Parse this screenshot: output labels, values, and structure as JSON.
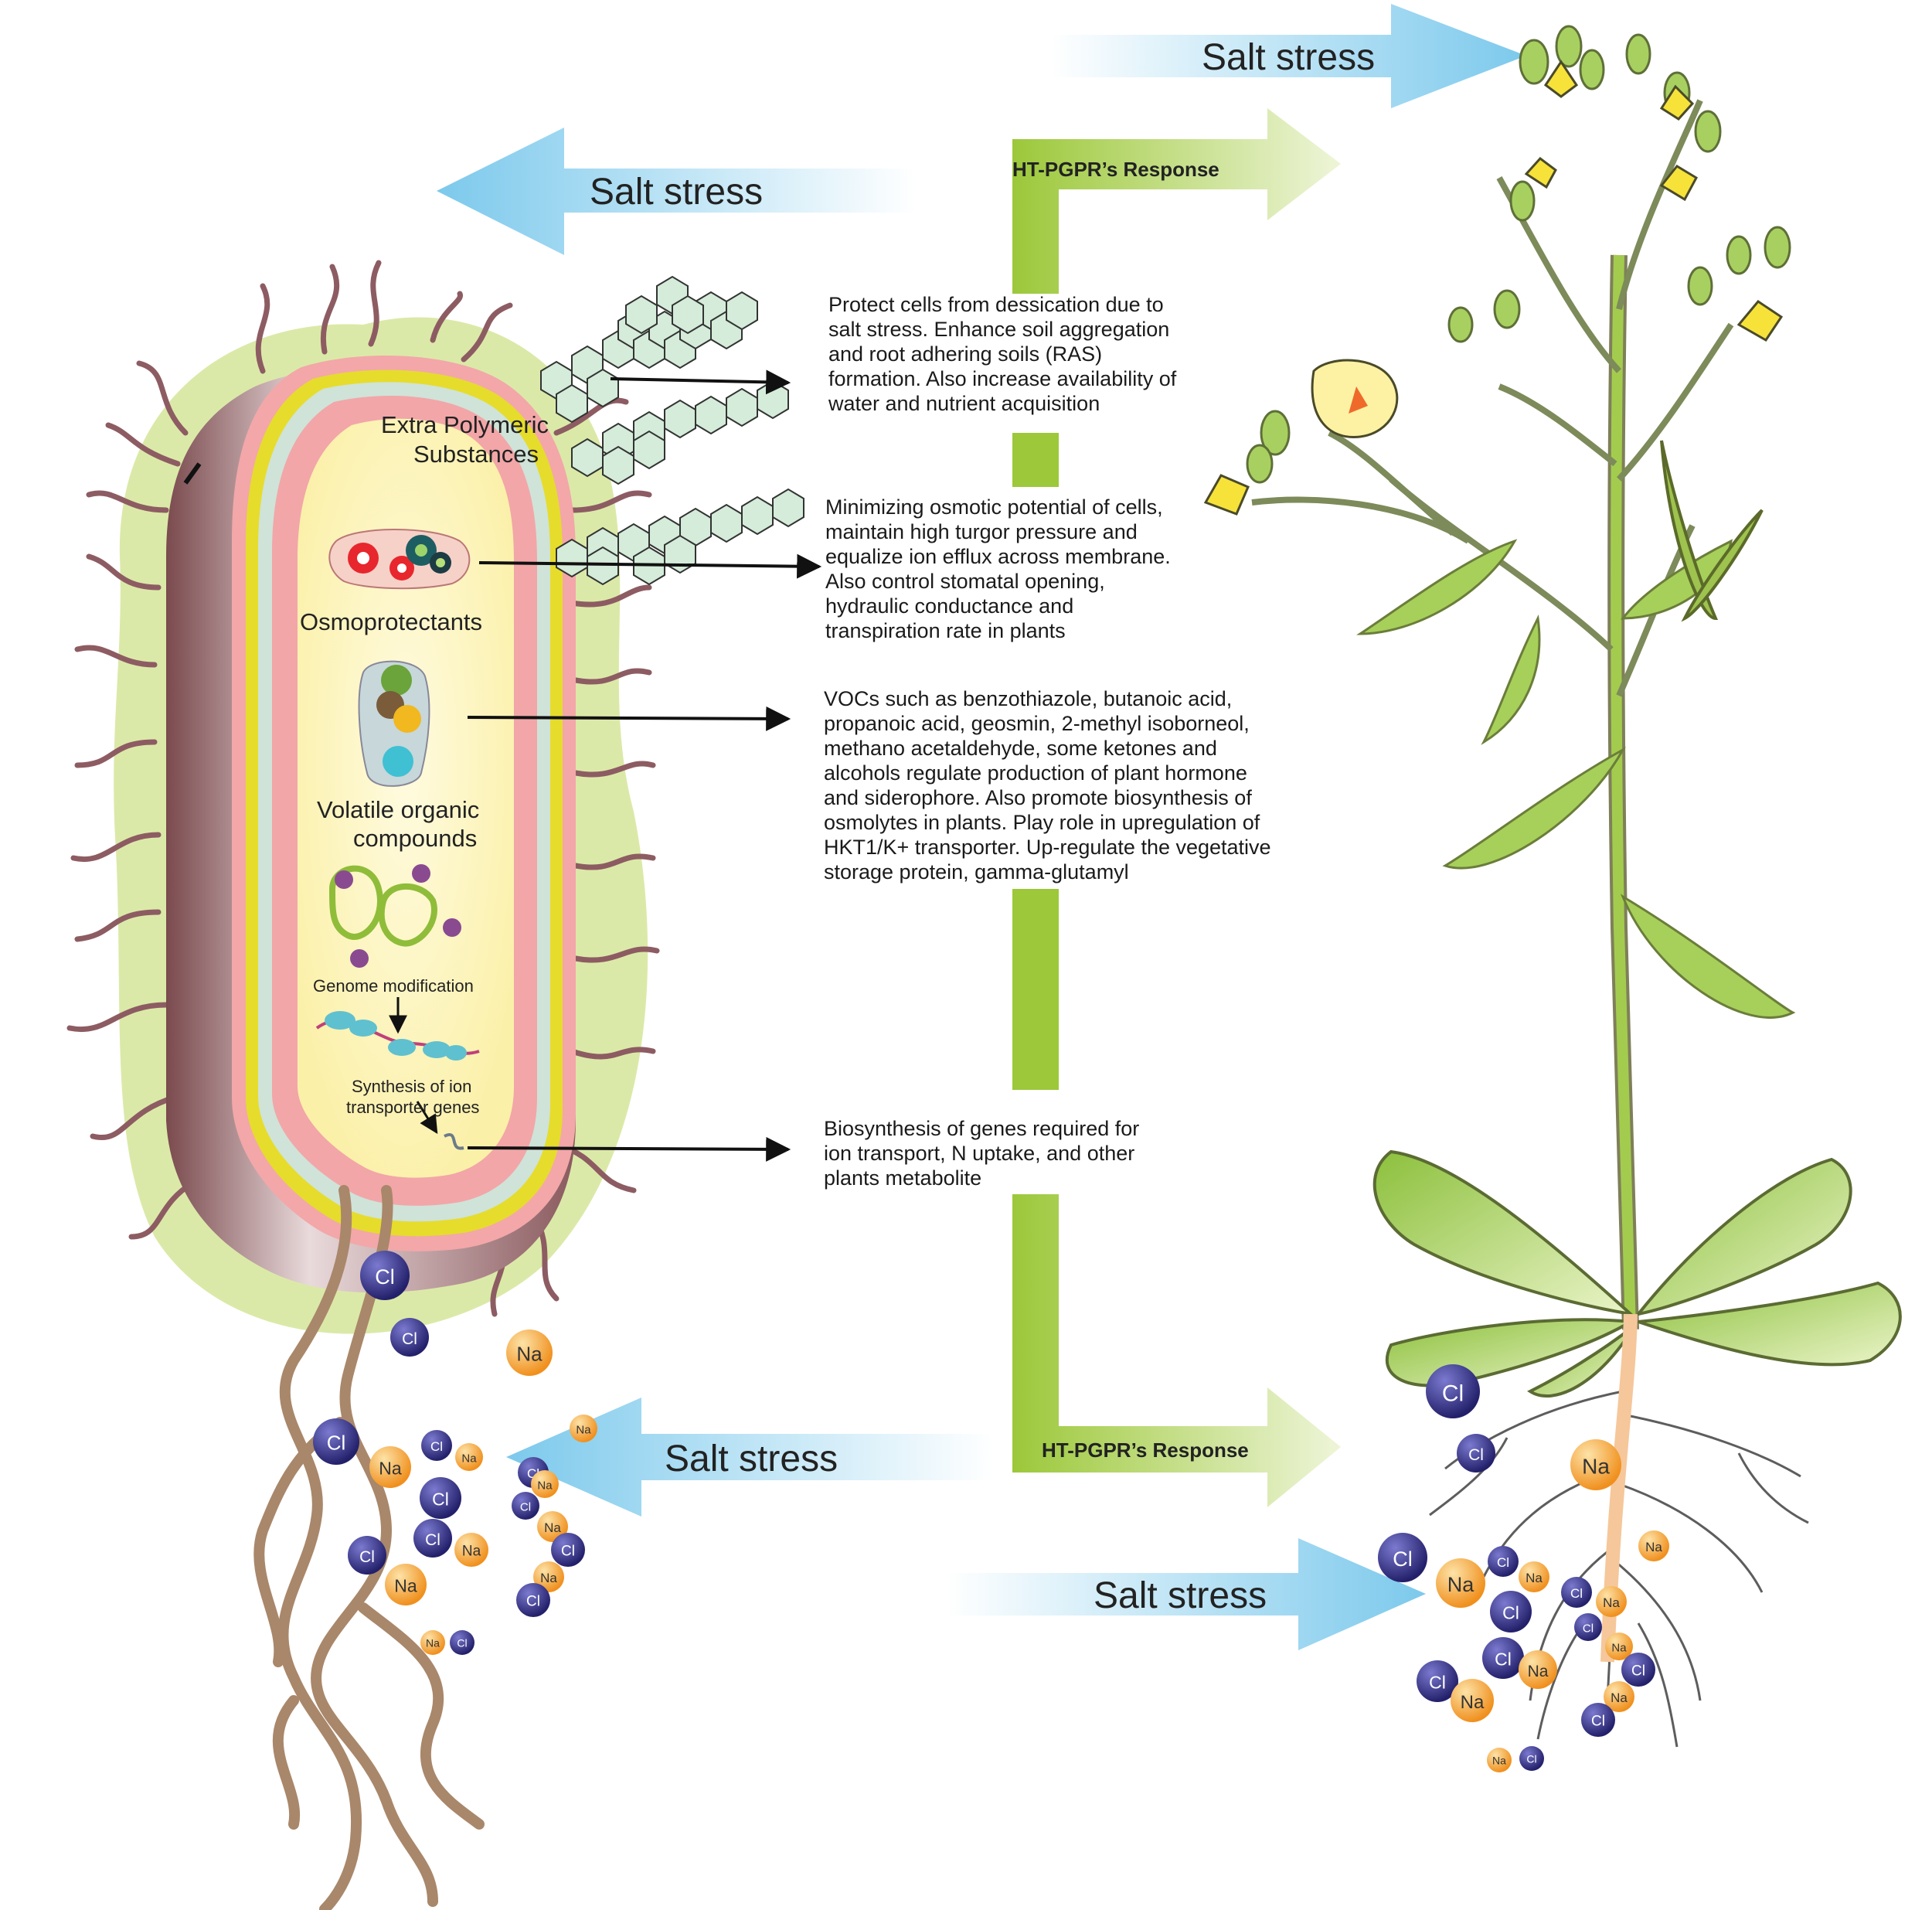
{
  "arrows": {
    "salt_stress_label": "Salt stress",
    "response_label": "HT-PGPR’s Response"
  },
  "bacterium_labels": {
    "eps": "Extra Polymeric Substances",
    "osmoprotectants": "Osmoprotectants",
    "vocs": "Volatile organic compounds",
    "genome": "Genome modification",
    "synthesis": "Synthesis of ion transporter genes"
  },
  "descriptions": {
    "eps": "Protect cells from dessication due to\nsalt stress. Enhance soil aggregation\nand root adhering soils (RAS)\nformation. Also increase availability of\nwater and nutrient acquisition",
    "osmo": "Minimizing osmotic potential of cells,\nmaintain high turgor pressure and\nequalize ion efflux across membrane.\nAlso control stomatal opening,\nhydraulic conductance and\ntranspiration rate in plants",
    "voc": "VOCs such as benzothiazole, butanoic acid,\npropanoic acid, geosmin, 2-methyl isoborneol,\nmethano acetaldehyde, some ketones and\nalcohols regulate production of plant hormone\nand siderophore. Also promote biosynthesis of\nosmolytes in plants. Play role in upregulation of\nHKT1/K+ transporter. Up-regulate the vegetative\nstorage protein, gamma-glutamyl",
    "genes": "Biosynthesis of genes required for\nion transport, N uptake, and other\nplants metabolite"
  },
  "ions": {
    "cl": "Cl",
    "na": "Na"
  },
  "colors": {
    "arrow_blue": "#7cc9ec",
    "bracket_green": "#9cc83a",
    "cl_ion": "#2c2a7c",
    "na_ion": "#f29a2a",
    "leaf": "#a9d05c",
    "flower": "#f7e23a",
    "cell_wall_pink": "#f3a7a9",
    "capsule": "#dbe9a8"
  }
}
